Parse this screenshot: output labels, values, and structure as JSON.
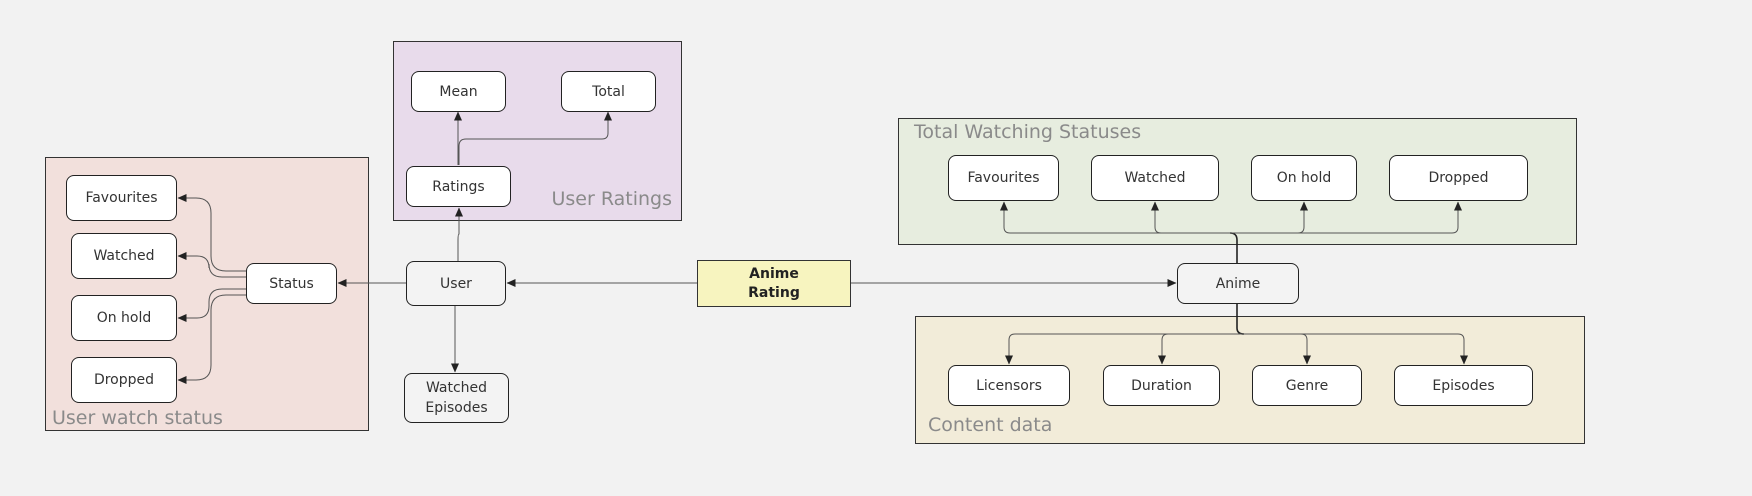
{
  "colors": {
    "background": "#f2f2f2",
    "user_watch_status_fill": "#f2e0dc",
    "user_ratings_fill": "#e8dbeb",
    "total_watching_fill": "#e7eddf",
    "content_data_fill": "#f2ecd9",
    "center_fill": "#f7f4bf"
  },
  "groups": {
    "user_watch_status": {
      "label": "User watch status"
    },
    "user_ratings": {
      "label": "User Ratings"
    },
    "total_watching": {
      "label": "Total Watching Statuses"
    },
    "content_data": {
      "label": "Content data"
    }
  },
  "nodes": {
    "uws_favourites": "Favourites",
    "uws_watched": "Watched",
    "uws_onhold": "On hold",
    "uws_dropped": "Dropped",
    "status": "Status",
    "mean": "Mean",
    "total": "Total",
    "ratings": "Ratings",
    "user": "User",
    "watched_episodes": "Watched\nEpisodes",
    "anime_rating": "Anime\nRating",
    "anime": "Anime",
    "tws_favourites": "Favourites",
    "tws_watched": "Watched",
    "tws_onhold": "On hold",
    "tws_dropped": "Dropped",
    "licensors": "Licensors",
    "duration": "Duration",
    "genre": "Genre",
    "episodes": "Episodes"
  }
}
